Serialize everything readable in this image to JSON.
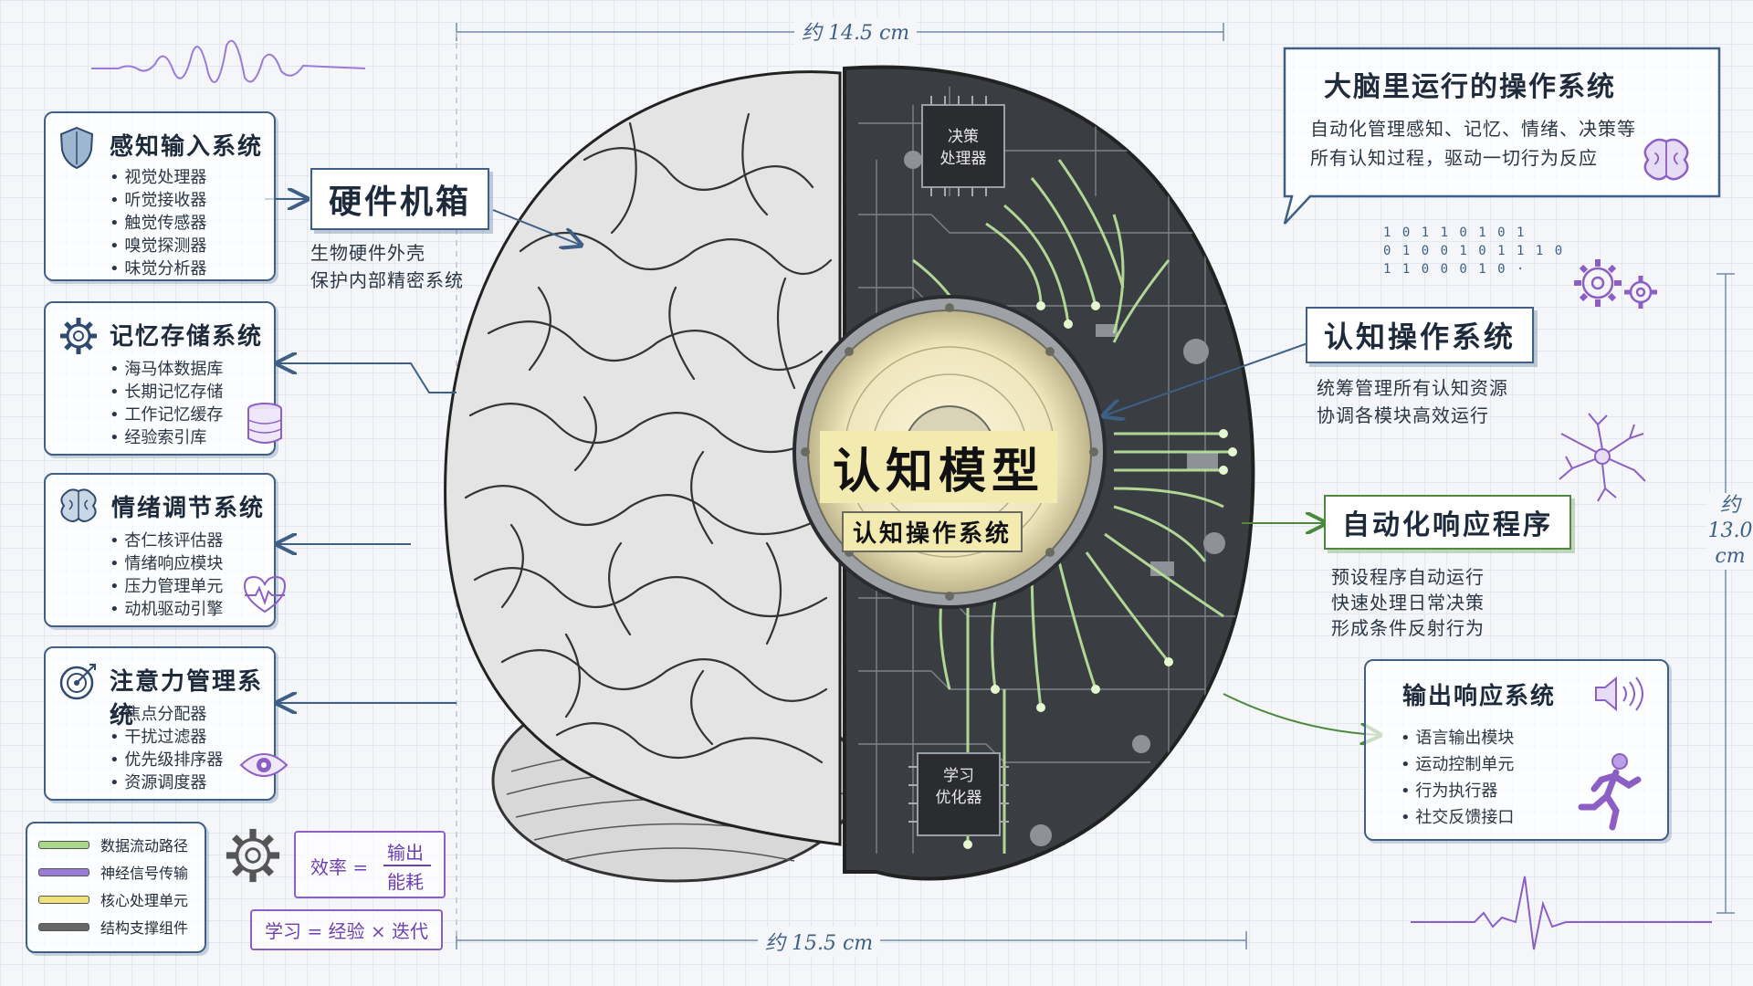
{
  "dimensions": {
    "top": "约 14.5 cm",
    "bottom": "约 15.5 cm",
    "right_line1": "约",
    "right_line2": "13.0",
    "right_line3": "cm"
  },
  "left_panels": [
    {
      "title": "感知输入系统",
      "icon": "shield-icon",
      "items": [
        "视觉处理器",
        "听觉接收器",
        "触觉传感器",
        "嗅觉探测器",
        "味觉分析器"
      ]
    },
    {
      "title": "记忆存储系统",
      "icon": "gear-icon",
      "items": [
        "海马体数据库",
        "长期记忆存储",
        "工作记忆缓存",
        "经验索引库"
      ]
    },
    {
      "title": "情绪调节系统",
      "icon": "brain-icon",
      "items": [
        "杏仁核评估器",
        "情绪响应模块",
        "压力管理单元",
        "动机驱动引擎"
      ]
    },
    {
      "title": "注意力管理系统",
      "icon": "target-icon",
      "items": [
        "焦点分配器",
        "干扰过滤器",
        "优先级排序器",
        "资源调度器"
      ]
    }
  ],
  "hardware": {
    "title": "硬件机箱",
    "desc_line1": "生物硬件外壳",
    "desc_line2": "保护内部精密系统"
  },
  "os_bubble": {
    "title": "大脑里运行的操作系统",
    "line1": "自动化管理感知、记忆、情绪、决策等",
    "line2": "所有认知过程，驱动一切行为反应"
  },
  "binary": [
    "1 0 1 1 0 1    0 1",
    "0 1 0 0 1 0 1 1 1 0",
    "1 1 0 0 0 1 0  ·"
  ],
  "cognitive_os": {
    "title": "认知操作系统",
    "line1": "统筹管理所有认知资源",
    "line2": "协调各模块高效运行"
  },
  "auto_response": {
    "title": "自动化响应程序",
    "line1": "预设程序自动运行",
    "line2": "快速处理日常决策",
    "line3": "形成条件反射行为"
  },
  "output": {
    "title": "输出响应系统",
    "items": [
      "语言输出模块",
      "运动控制单元",
      "行为执行器",
      "社交反馈接口"
    ]
  },
  "core": {
    "title": "认知模型",
    "subtitle": "认知操作系统"
  },
  "chips": {
    "top_line1": "决策",
    "top_line2": "处理器",
    "bottom_line1": "学习",
    "bottom_line2": "优化器"
  },
  "legend": [
    {
      "label": "数据流动路径",
      "color": "#a8d88a"
    },
    {
      "label": "神经信号传输",
      "color": "#9b7bd8"
    },
    {
      "label": "核心处理单元",
      "color": "#f0e27a"
    },
    {
      "label": "结构支撑组件",
      "color": "#666666"
    }
  ],
  "formula_efficiency": {
    "left": "效率 =",
    "top": "输出",
    "bottom": "能耗"
  },
  "formula_learning": "学习 = 经验 × 迭代",
  "colors": {
    "line": "#3e5f86",
    "purple": "#8c5fc4",
    "green": "#4a8a3a",
    "accent": "#f3eab0"
  }
}
